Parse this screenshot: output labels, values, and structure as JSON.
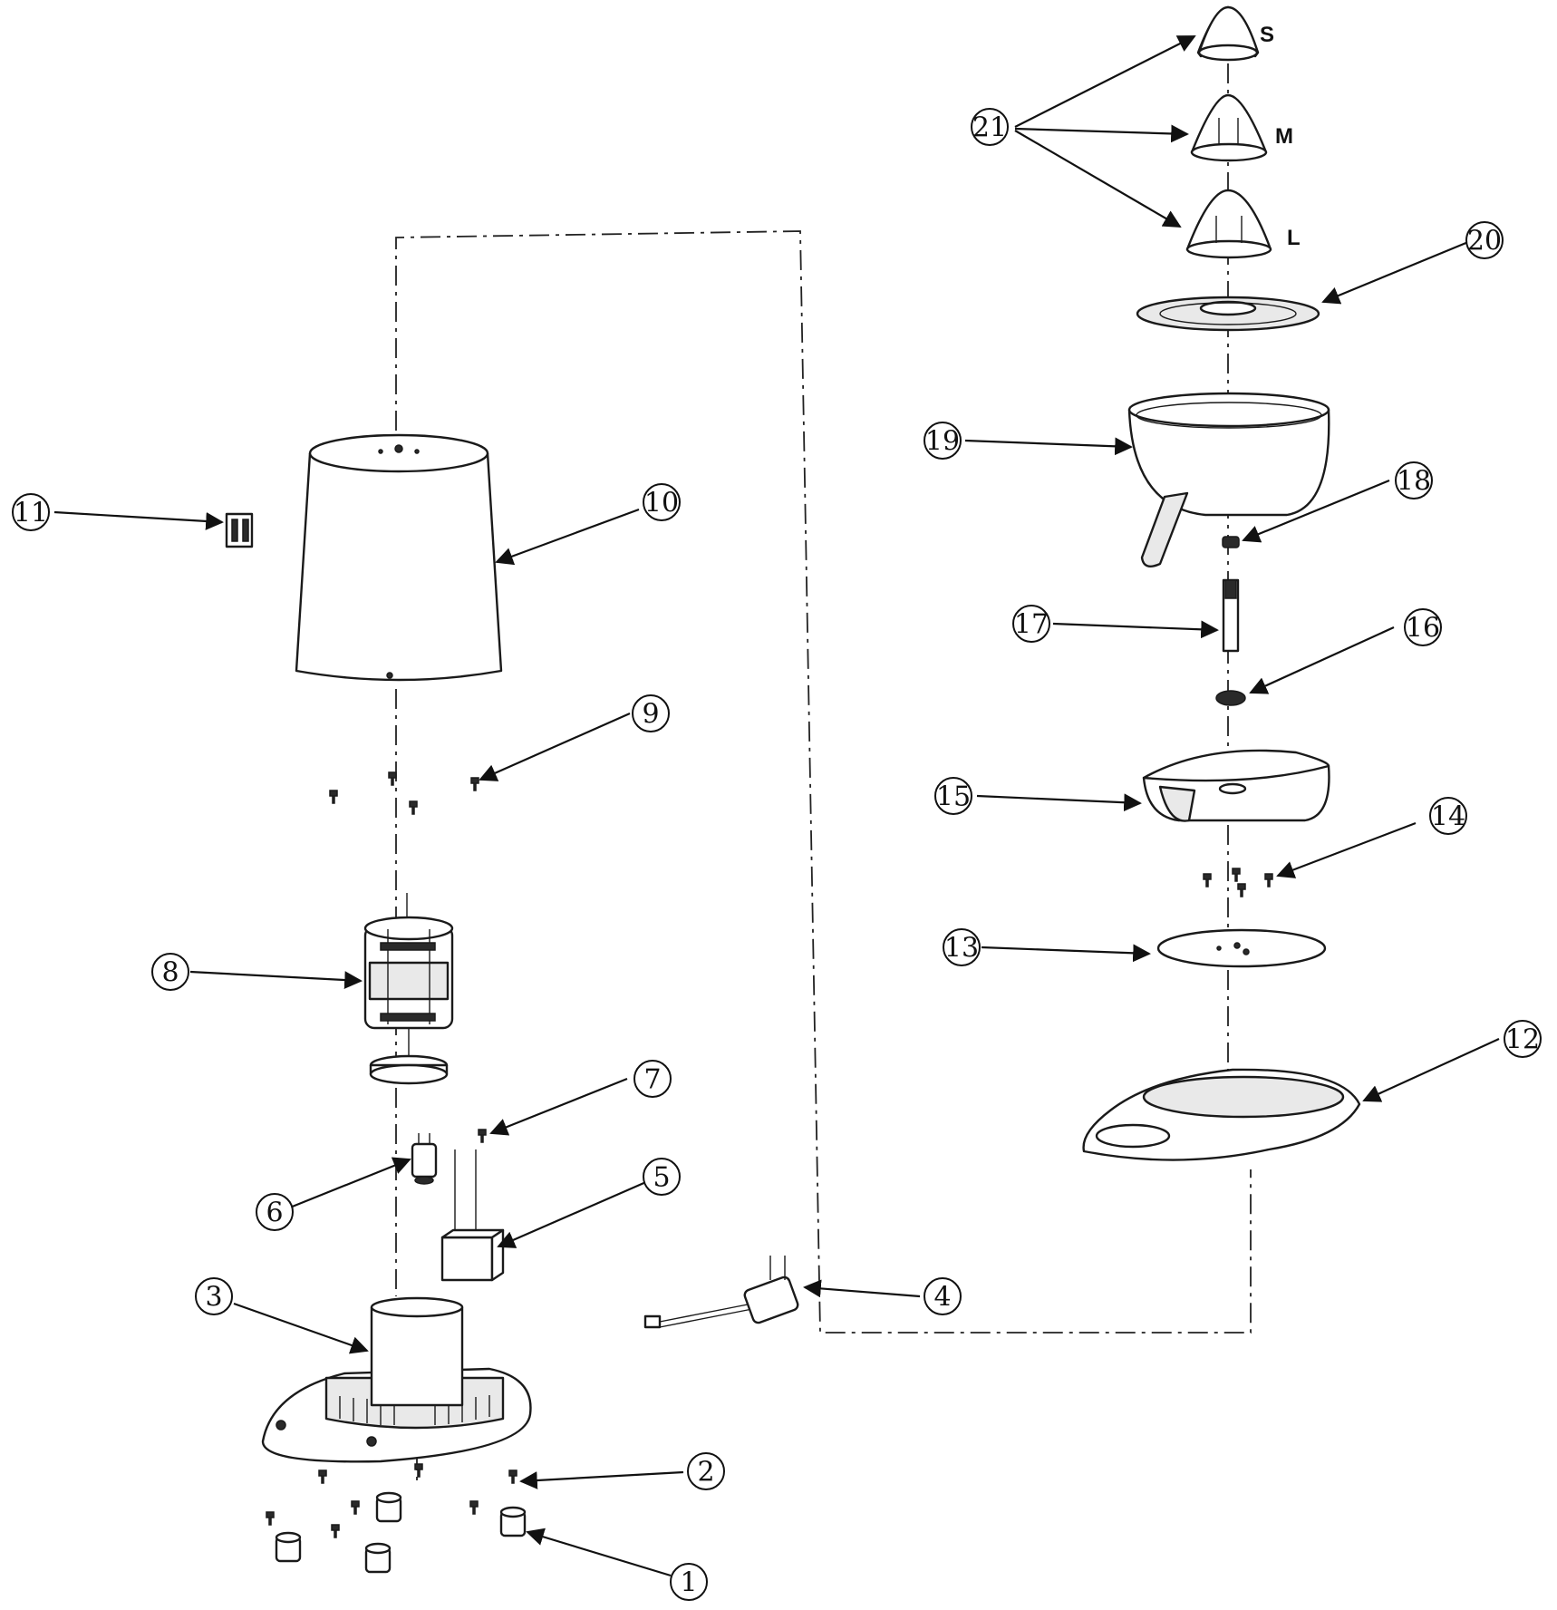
{
  "diagram": {
    "callouts": [
      {
        "number": "1"
      },
      {
        "number": "2"
      },
      {
        "number": "3"
      },
      {
        "number": "4"
      },
      {
        "number": "5"
      },
      {
        "number": "6"
      },
      {
        "number": "7"
      },
      {
        "number": "8"
      },
      {
        "number": "9"
      },
      {
        "number": "10"
      },
      {
        "number": "11"
      },
      {
        "number": "12"
      },
      {
        "number": "13"
      },
      {
        "number": "14"
      },
      {
        "number": "15"
      },
      {
        "number": "16"
      },
      {
        "number": "17"
      },
      {
        "number": "18"
      },
      {
        "number": "19"
      },
      {
        "number": "20"
      },
      {
        "number": "21"
      }
    ],
    "cone_sizes": [
      "S",
      "M",
      "L"
    ]
  }
}
